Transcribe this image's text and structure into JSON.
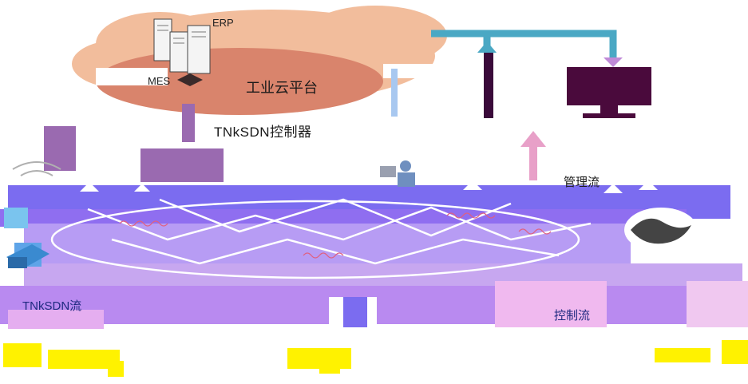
{
  "labels": {
    "cloud_platform": "工业云平台",
    "sdn_controller": "TNkSDN控制器",
    "erp": "ERP",
    "mes": "MES",
    "tsn_stream": "TNkSDN流",
    "management_stream": "管理流",
    "control_stream": "控制流"
  },
  "colors": {
    "cloud": "#f2bd9c",
    "cloud_inner": "#d9846c",
    "network_band": "#7b6cf0",
    "yellow_band": "#fff200",
    "pipe": "#4aa8c4",
    "pink_arrow": "#e8a0c8",
    "monitor": "#4a0a3c"
  },
  "icons": [
    "server-icon",
    "monitor-icon",
    "switch-icon",
    "wifi-icon",
    "worker-icon",
    "globe-icon"
  ]
}
